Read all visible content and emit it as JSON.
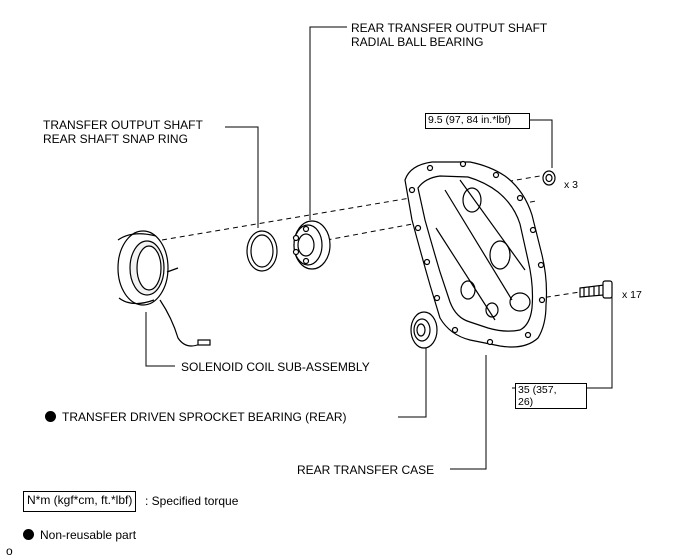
{
  "labels": {
    "rear_output_shaft_bearing_line1": "REAR TRANSFER OUTPUT  SHAFT",
    "rear_output_shaft_bearing_line2": "RADIAL BALL BEARING",
    "snap_ring_line1": "TRANSFER OUTPUT SHAFT",
    "snap_ring_line2": "REAR SHAFT SNAP RING",
    "solenoid_coil": "SOLENOID COIL SUB-ASSEMBLY",
    "driven_sprocket_bearing": "TRANSFER DRIVEN SPROCKET BEARING (REAR)",
    "rear_transfer_case": "REAR TRANSFER CASE"
  },
  "torque_specs": {
    "nut_torque": "9.5 (97, 84 in.*lbf)",
    "nut_count": "x 3",
    "bolt_torque_line1": "35 (357,",
    "bolt_torque_line2": "26)",
    "bolt_count": "x 17"
  },
  "legend": {
    "torque_box": "N*m (kgf*cm, ft.*lbf)",
    "torque_desc": ": Specified torque",
    "non_reusable": "Non-reusable part"
  },
  "footer_mark": "o"
}
